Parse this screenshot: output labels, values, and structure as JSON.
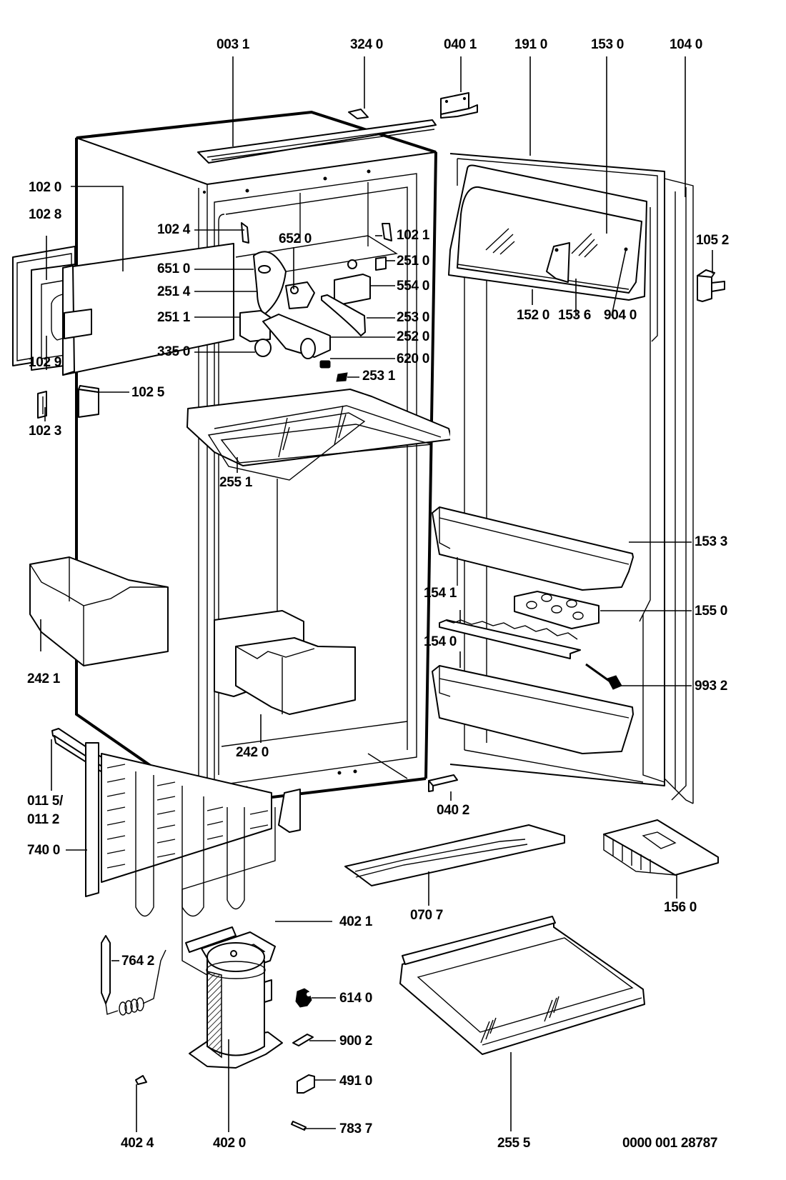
{
  "diagram": {
    "title": "Refrigerator exploded parts diagram",
    "drawing_number": "0000 001 28787",
    "labels": {
      "p0031": "003 1",
      "p3240": "324 0",
      "p0401": "040 1",
      "p1910": "191 0",
      "p1530": "153 0",
      "p1040": "104 0",
      "p1020": "102 0",
      "p1028": "102 8",
      "p1024": "102 4",
      "p1021": "102 1",
      "p6520": "652 0",
      "p2510": "251 0",
      "p6510": "651 0",
      "p5540": "554 0",
      "p2514": "251 4",
      "p2511": "251 1",
      "p2530": "253 0",
      "p2520": "252 0",
      "p3350": "335 0",
      "p6200": "620 0",
      "p2531": "253 1",
      "p1029": "102 9",
      "p1025": "102 5",
      "p1023": "102 3",
      "p1052": "105 2",
      "p1520": "152 0",
      "p1536": "153 6",
      "p9040": "904 0",
      "p2551": "255 1",
      "p1533": "153 3",
      "p2421": "242 1",
      "p1541": "154 1",
      "p1550": "155 0",
      "p1540": "154 0",
      "p9932": "993 2",
      "p2420": "242 0",
      "p0115": "011 5/",
      "p0112": "011 2",
      "p0402": "040 2",
      "p7400": "740 0",
      "p0707": "070 7",
      "p1560": "156 0",
      "p4021": "402 1",
      "p7642": "764 2",
      "p6140": "614 0",
      "p9002": "900 2",
      "p4910": "491 0",
      "p7837": "783 7",
      "p4024": "402 4",
      "p4020": "402 0",
      "p2555": "255 5"
    }
  }
}
